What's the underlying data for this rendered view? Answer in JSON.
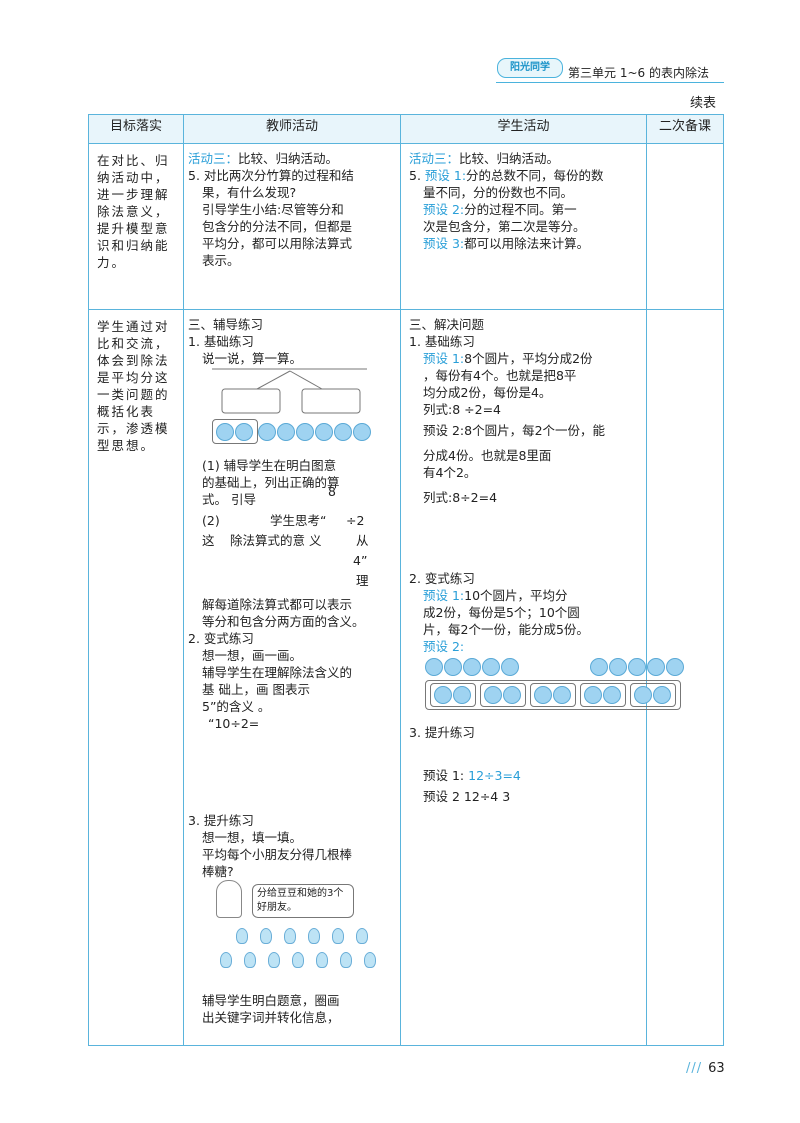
{
  "header": {
    "logo": "阳光同学",
    "unit": "第三单元  1~6 的表内除法",
    "continued": "续表"
  },
  "table": {
    "headers": [
      "目标落实",
      "教师活动",
      "学生活动",
      "二次备课"
    ],
    "row1": {
      "goal": "在对比、归纳活动中，进一步理解除法意义，提升模型意识和归纳能力。",
      "teacher": {
        "activity_label": "活动三：",
        "activity_text": "比较、归纳活动。",
        "l1": "5. 对比两次分竹算的过程和结",
        "l2": "果，有什么发现?",
        "l3": "引导学生小结:尽管等分和",
        "l4": "包含分的分法不同，但都是",
        "l5": "平均分，都可以用除法算式",
        "l6": "表示。"
      },
      "student": {
        "activity_label": "活动三：",
        "activity_text": "比较、归纳活动。",
        "p1_label": "预设 1:",
        "p1_l1": "分的总数不同，每份的数",
        "p1_l2": "量不同，分的份数也不同。",
        "p2_label": "预设 2:",
        "p2_l1": "分的过程不同。第一",
        "p2_l2": "次是包含分，第二次是等分。",
        "p3_label": "预设 3:",
        "p3_text": "都可以用除法来计算。"
      }
    },
    "row2": {
      "goal": "学生通过对比和交流，体会到除法是平均分这一类问题的概括化表示，渗透模型思想。",
      "teacher": {
        "sec": "三、辅导练习",
        "s1": "1. 基础练习",
        "s1_l1": "说一说，算一算。",
        "s1_l2": "(1) 辅导学生在明白图意",
        "s1_l3": "的基础上，列出正确的算",
        "s1_l4": "式。 引导",
        "s1_n8": "8",
        "s1_l5": "(2)",
        "s1_l5b": "学生思考“",
        "s1_l5c": "÷2",
        "s1_l6a": "这",
        "s1_l6b": "除法算式的意 义",
        "s1_l6c": "从",
        "s1_l6d": "4”",
        "s1_l6e": "理",
        "s1_l7": "解每道除法算式都可以表示",
        "s1_l8": "等分和包含分两方面的含义。",
        "s2": "2. 变式练习",
        "s2_l1": "想一想，画一画。",
        "s2_l2": "辅导学生在理解除法含义的",
        "s2_l3": "基 础上，画  图表示",
        "s2_l4": "5”的含义 。",
        "s2_l5": "“10÷2=",
        "s3": "3. 提升练习",
        "s3_l1": "想一想，填一填。",
        "s3_l2": "平均每个小朋友分得几根棒",
        "s3_l3": "棒糖?",
        "s3_bubble": "分给豆豆和她的3个好朋友。",
        "s3_l4": "辅导学生明白题意，圈画",
        "s3_l5": "出关键字词并转化信息，"
      },
      "student": {
        "sec": "三、解决问题",
        "s1": "1. 基础练习",
        "s1_p1_label": "预设 1:",
        "s1_p1_l1": "8个圆片，平均分成2份",
        "s1_p1_l2": "，每份有4个。也就是把8平",
        "s1_p1_l3": "均分成2份，每份是4。",
        "s1_f1": "列式:8 ÷2=4",
        "s1_p2_label": "预设 2:",
        "s1_p2_l1": "8个圆片，每2个一份，能",
        "s1_p2_l2": "分成4份。也就是8里面",
        "s1_p2_l3": "有4个2。",
        "s1_f2": "列式:8÷2=4",
        "s2": "2. 变式练习",
        "s2_p1_label": "预设 1:",
        "s2_p1_l1": "10个圆片，平均分",
        "s2_p1_l2": "成2份，每份是5个；10个圆",
        "s2_p1_l3": "片，每2个一份，能分成5份。",
        "s2_p2_label": "预设 2:",
        "s3": "3. 提升练习",
        "s3_p1_label": "预设 1:",
        "s3_p1_expr": "12÷3=4",
        "s3_p2_label": "预设 2",
        "s3_p2_expr": "12÷4  3"
      }
    }
  },
  "footer": {
    "page": "63"
  }
}
